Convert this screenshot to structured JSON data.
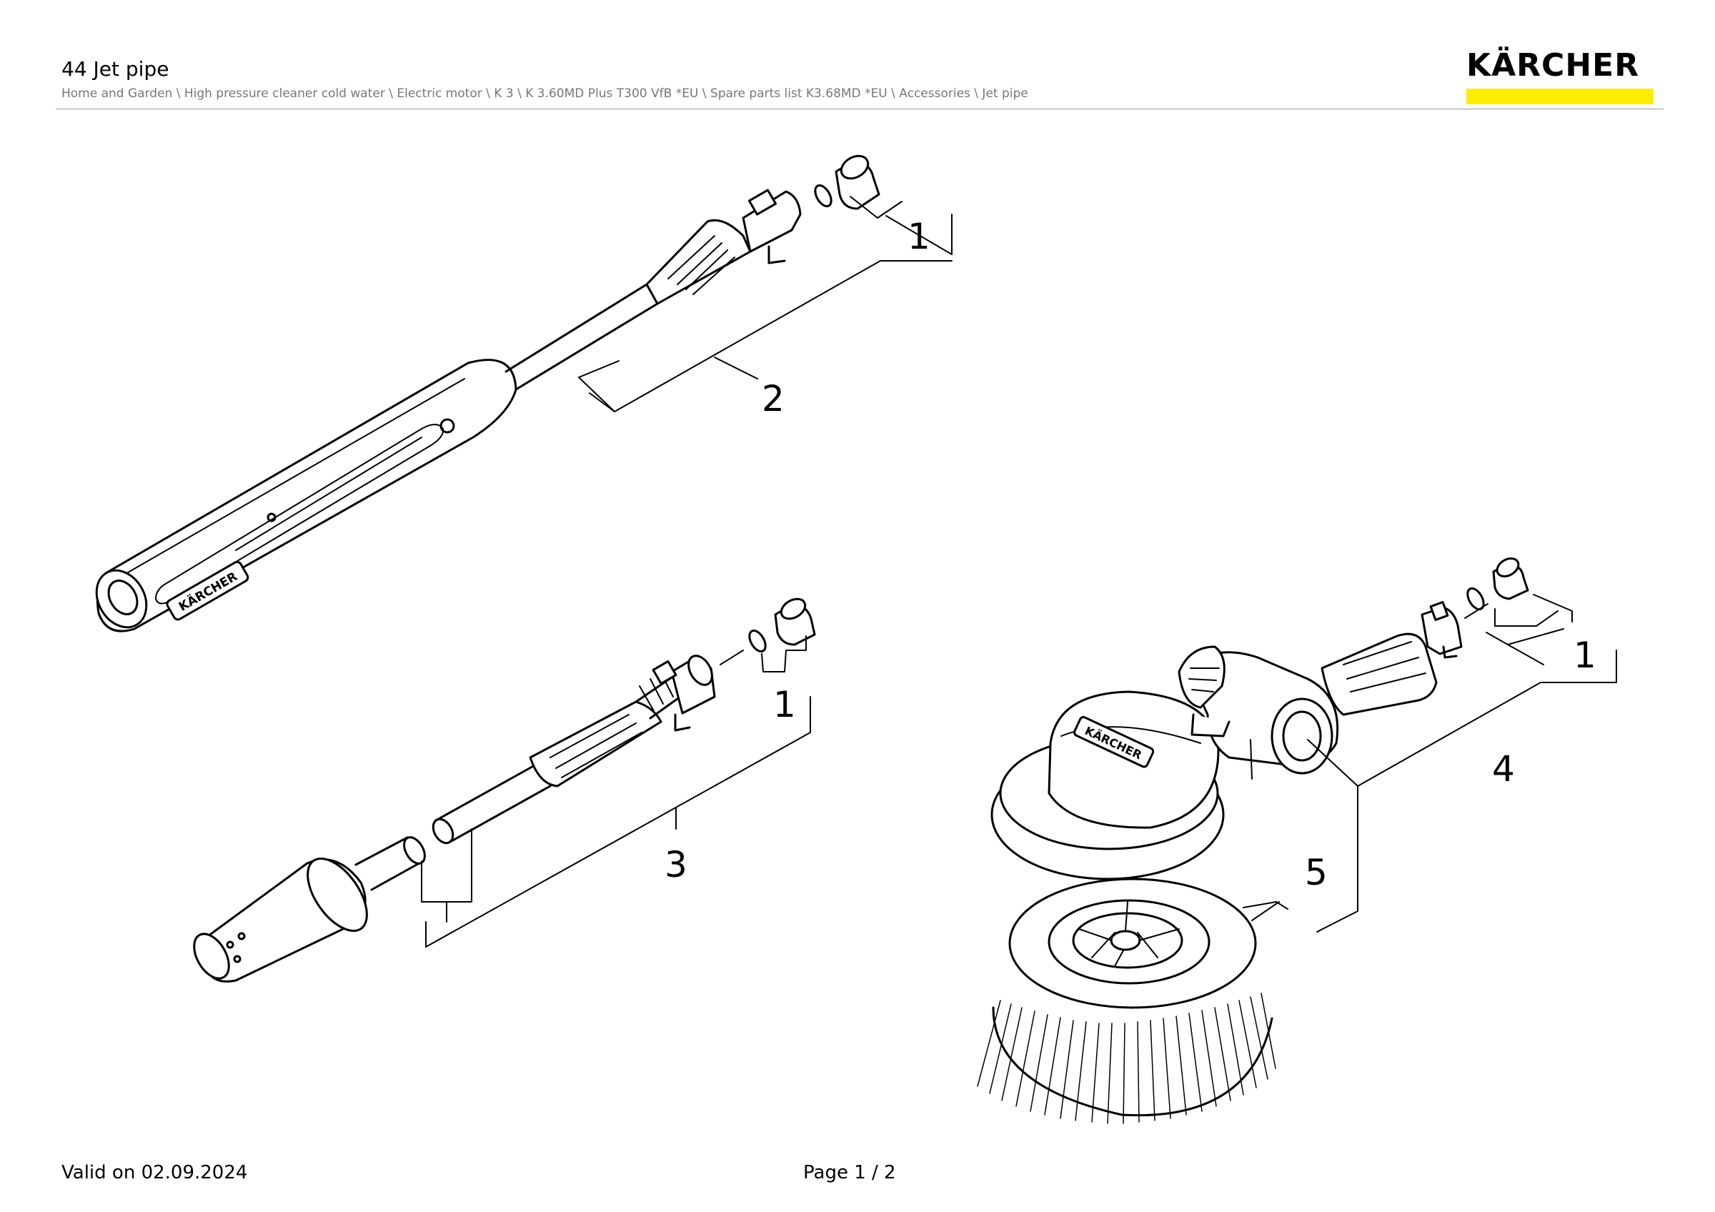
{
  "header": {
    "title": "44 Jet pipe",
    "breadcrumb": "Home and Garden \\ High pressure cleaner cold water \\ Electric motor \\ K 3 \\ K 3.60MD Plus T300 VfB *EU \\ Spare parts list K3.68MD *EU \\ Accessories \\ Jet pipe"
  },
  "logo": {
    "text": "KÄRCHER",
    "bar_color": "#ffed00"
  },
  "drawing": {
    "callouts": [
      "1",
      "2",
      "1",
      "3",
      "1",
      "4",
      "5"
    ],
    "handle_brand": "KÄRCHER",
    "brush_brand": "KÄRCHER"
  },
  "footer": {
    "valid": "Valid on 02.09.2024",
    "page": "Page 1 / 2"
  }
}
